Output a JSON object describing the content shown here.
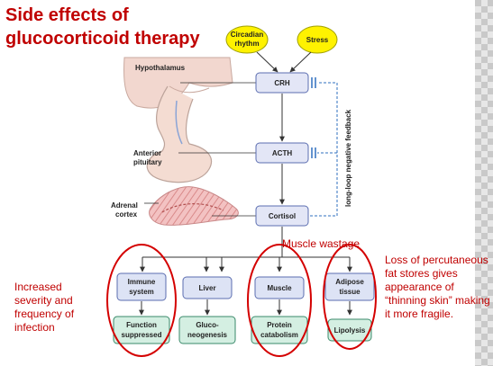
{
  "title": {
    "line1": "Side effects of",
    "line2": "glucocorticoid therapy"
  },
  "diagram": {
    "inputs": [
      {
        "lines": [
          "Circadian",
          "rhythm"
        ]
      },
      {
        "lines": [
          "Stress"
        ]
      }
    ],
    "anatomy": {
      "hypothalamus": "Hypothalamus",
      "anterior_pituitary": [
        "Anterior",
        "pituitary"
      ],
      "adrenal_cortex": [
        "Adrenal",
        "cortex"
      ]
    },
    "hormones": [
      "CRH",
      "ACTH",
      "Cortisol"
    ],
    "feedback_label": "long-loop negative feedback",
    "targets": [
      {
        "tissue": [
          "Immune",
          "system"
        ],
        "effect": [
          "Function",
          "suppressed"
        ]
      },
      {
        "tissue": [
          "Liver"
        ],
        "effect": [
          "Gluco-",
          "neogenesis"
        ]
      },
      {
        "tissue": [
          "Muscle"
        ],
        "effect": [
          "Protein",
          "catabolism"
        ]
      },
      {
        "tissue": [
          "Adipose",
          "tissue"
        ],
        "effect": [
          "Lipolysis"
        ]
      }
    ],
    "colors": {
      "hormone_fill": "#e3e6f6",
      "hormone_stroke": "#5b6db0",
      "target_fill": "#dde3f5",
      "effect_fill": "#d4efe2",
      "input_fill": "#fff200",
      "feedback": "#2f6fbf",
      "annotation": "#c00000"
    }
  },
  "annotations": {
    "muscle_wastage": "Muscle wastage",
    "left": [
      "Increased",
      "severity and",
      "frequency of",
      "infection"
    ],
    "right": [
      "Loss of percutaneous",
      "fat stores gives",
      "appearance of",
      "“thinning skin” making",
      "it more fragile."
    ]
  }
}
